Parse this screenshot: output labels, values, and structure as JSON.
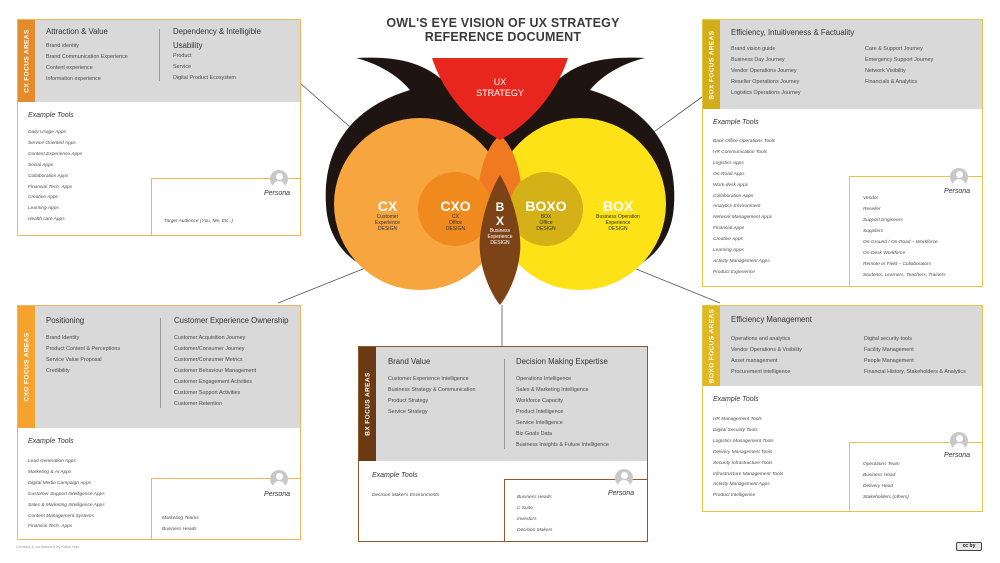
{
  "title": {
    "line1": "OWL'S EYE VISION OF UX STRATEGY",
    "line2": "REFERENCE DOCUMENT"
  },
  "colors": {
    "orange": "#f7a53e",
    "dark_orange": "#f18a1e",
    "yellow": "#fde218",
    "mustard": "#d4b116",
    "red": "#e8261d",
    "brown": "#7c4316",
    "black": "#1e1412",
    "cx_bar": "#e48b2c",
    "box_bar": "#d4ae18",
    "bx_bar": "#6b3a12"
  },
  "diagram": {
    "ux": "UX",
    "strategy": "STRATEGY",
    "cx": {
      "big": "CX",
      "l1": "Customer",
      "l2": "Experience",
      "l3": "DESIGN"
    },
    "cxo": {
      "big": "CXO",
      "l1": "CX",
      "l2": "Office",
      "l3": "DESIGN"
    },
    "boxo": {
      "big": "BOXO",
      "l1": "BOX",
      "l2": "Office",
      "l3": "DESIGN"
    },
    "box": {
      "big": "BOX",
      "l1": "Business Operation",
      "l2": "Experience",
      "l3": "DESIGN"
    },
    "bx": {
      "b": "B",
      "x": "X",
      "l1": "Business",
      "l2": "Experience",
      "l3": "DESIGN"
    }
  },
  "cx": {
    "sidebar": "CX FOCUS AREAS",
    "col1": {
      "title": "Attraction & Value",
      "items": [
        "Brand identity",
        "Brand Communication Experience",
        "Content experience",
        "Information experience"
      ]
    },
    "col2": {
      "title": "Dependency & Intelligible",
      "subtitle": "Usability",
      "items": [
        "Product",
        "Service",
        "Digital Product Ecosystem"
      ]
    },
    "tools_title": "Example Tools",
    "tools": [
      "Daily Usage Apps",
      "Service Oriented Apps",
      "Content Experience Apps",
      "Social Apps",
      "Collaboration Apps",
      "Financial Tech. Apps",
      "Creative Apps",
      "Learning Apps",
      "Health care Apps"
    ],
    "persona": "Persona",
    "persona_text": "Target Audience (You, Me, Etc..)"
  },
  "cxo": {
    "sidebar": "CXO FOCUS AREAS",
    "col1": {
      "title": "Positioning",
      "items": [
        "Brand Identity",
        "Product Content & Perceptions",
        "Service Value Proposal",
        "Credibility"
      ]
    },
    "col2": {
      "title": "Customer Experience Ownership",
      "items": [
        "Customer Acquisition Journey",
        "Customer/Consumer Journey",
        "Customer/Consumer Metrics",
        "Customer Behaviour Management",
        "Customer Engagement Activities",
        "Customer Support Activities",
        "Customer Retention"
      ]
    },
    "tools_title": "Example Tools",
    "tools": [
      "Lead Generation Apps",
      "Marketing & AI Apps",
      "Digital Media Campaign Apps",
      "Customer Support Intelligence Apps",
      "Sales & Marketing Intelligence Apps",
      "Content Management Systems",
      "Financial Tech. Apps"
    ],
    "persona": "Persona",
    "persona_items": [
      "Marketing Teams",
      "Business Heads"
    ]
  },
  "bx": {
    "sidebar": "BX FOCUS AREAS",
    "col1": {
      "title": "Brand Value",
      "items": [
        "Customer Experience Intelligence",
        "Business Strategy & Communication",
        "Product Strategy",
        "Service Strategy"
      ]
    },
    "col2": {
      "title": "Decision Making Expertise",
      "items": [
        "Operations Intelligence",
        "Sales & Marketing Intelligence",
        "Workforce Capacity",
        "Product Intelligence",
        "Service Intelligence",
        "Biz Goals Data",
        "Business Insights & Future Intelligence"
      ]
    },
    "tools_title": "Example Tools",
    "tools_text": "Decision Maker's Environments",
    "persona": "Persona",
    "persona_items": [
      "Business Heads",
      "C Suite",
      "Investors",
      "Decision Makers"
    ]
  },
  "box": {
    "sidebar": "BOX FOCUS AREAS",
    "title": "Efficiency, Intuitiveness & Factuality",
    "col1": [
      "Brand vision guide",
      "Business Day Journey",
      "Vendor Operations Journey",
      "Reseller Operations Journey",
      "Logistics Operations Journey"
    ],
    "col2": [
      "Care & Support Journey",
      "Emergency Support Journey",
      "Network Visibility",
      "Financials & Analytics"
    ],
    "tools_title": "Example Tools",
    "tools": [
      "Back-Office Operations Tools",
      "HR Communication Tools",
      "Logistics Apps",
      "On-Road Apps",
      "Work-desk Apps",
      "Collaboration Apps",
      "Analytics Environment",
      "Network Management Apps",
      "Financial Apps",
      "Creative Apps",
      "Learning Apps",
      "Activity Management Apps",
      "Product Experience"
    ],
    "persona": "Persona",
    "persona_items": [
      "Vendor",
      "Reseller",
      "Support Engineers",
      "Suppliers",
      "On-Ground / On-Road – Workforce",
      "On-Desk Workforce",
      "Remote or Field – Collaborators",
      "Students, Learners, Teachers, Trainers"
    ]
  },
  "boxo": {
    "sidebar": "BOXO FOCUS AREAS",
    "title": "Efficiency Management",
    "col1": [
      "Operations and analytics",
      "Vendor Operations & Visibility",
      "Asset management",
      "Procurement intelligence"
    ],
    "col2": [
      "Digital security tools",
      "Facility Management",
      "People Management",
      "Financial History, Stakeholders & Analytics"
    ],
    "tools_title": "Example Tools",
    "tools": [
      "HR Management Tools",
      "Digital Security Tools",
      "Logistics Management Tools",
      "Delivery Management Tools",
      "Security Infrastructure Tools",
      "Infrastructure Management Tools",
      "Activity Management Apps",
      "Product Intelligence"
    ],
    "persona": "Persona",
    "persona_items": [
      "Operations Team",
      "Business Head",
      "Delivery Head",
      "Stakeholders (others)"
    ]
  },
  "footer": {
    "credit": "Created & contributed by Kallol Hati",
    "license": "cc by"
  }
}
